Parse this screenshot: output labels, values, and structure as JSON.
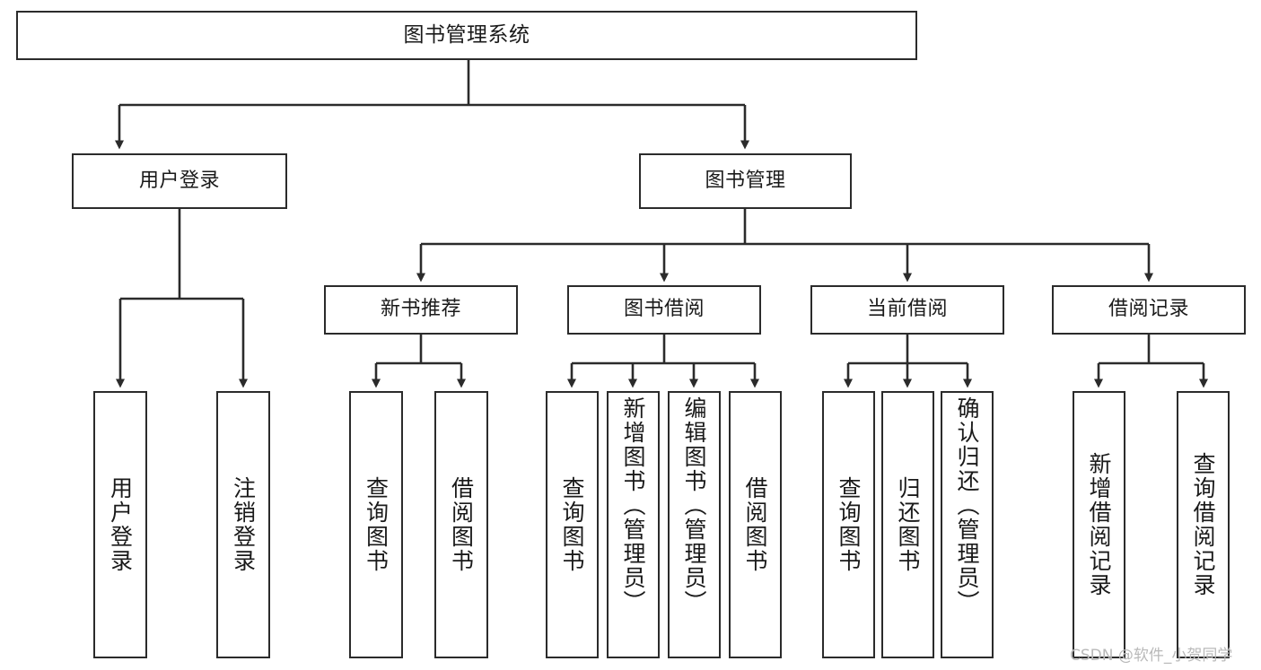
{
  "diagram": {
    "title": "图书管理系统",
    "type": "functional-structure-tree",
    "root": {
      "id": "root",
      "label": "图书管理系统"
    },
    "level2": [
      {
        "id": "user-login",
        "label": "用户登录"
      },
      {
        "id": "book-manage",
        "label": "图书管理"
      }
    ],
    "level3": [
      {
        "id": "new-book-recommend",
        "label": "新书推荐"
      },
      {
        "id": "book-borrow",
        "label": "图书借阅"
      },
      {
        "id": "current-borrow",
        "label": "当前借阅"
      },
      {
        "id": "borrow-record",
        "label": "借阅记录"
      }
    ],
    "leaves": {
      "user_login": [
        {
          "id": "leaf-user-login",
          "label": "用户登录"
        },
        {
          "id": "leaf-logout-login",
          "label": "注销登录"
        }
      ],
      "new_book_recommend": [
        {
          "id": "leaf-query-book-1",
          "label": "查询图书"
        },
        {
          "id": "leaf-borrow-book-1",
          "label": "借阅图书"
        }
      ],
      "book_borrow": [
        {
          "id": "leaf-query-book-2",
          "label": "查询图书"
        },
        {
          "id": "leaf-add-book",
          "label": "新增图书（管理员）"
        },
        {
          "id": "leaf-edit-book",
          "label": "编辑图书（管理员）"
        },
        {
          "id": "leaf-borrow-book-2",
          "label": "借阅图书"
        }
      ],
      "current_borrow": [
        {
          "id": "leaf-query-book-3",
          "label": "查询图书"
        },
        {
          "id": "leaf-return-book",
          "label": "归还图书"
        },
        {
          "id": "leaf-confirm-return",
          "label": "确认归还（管理员）"
        }
      ],
      "borrow_record": [
        {
          "id": "leaf-add-record",
          "label": "新增借阅记录"
        },
        {
          "id": "leaf-query-record",
          "label": "查询借阅记录"
        }
      ]
    }
  },
  "watermark": {
    "text": "CSDN @软件_小贺同学"
  },
  "colors": {
    "stroke": "#2b2b2b",
    "background": "#ffffff",
    "text": "#1a1a1a",
    "watermark": "#b9b9b9"
  }
}
